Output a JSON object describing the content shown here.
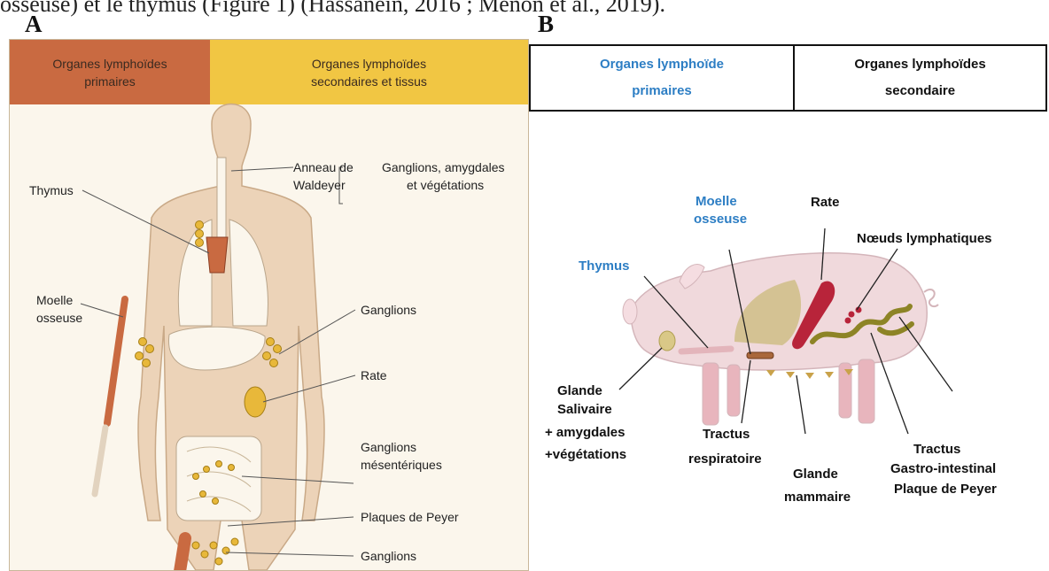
{
  "top_text": "osseuse) et le thymus (Figure 1) (Hassanein, 2016 ; Menon et al., 2019).",
  "panel_a": {
    "letter": "A",
    "header_primary": "Organes lymphoïdes\nprimaires",
    "header_secondary": "Organes lymphoïdes\nsecondaires et tissus",
    "labels": {
      "thymus": "Thymus",
      "moelle_1": "Moelle",
      "moelle_2": "osseuse",
      "anneau_1": "Anneau de",
      "anneau_2": "Waldeyer",
      "gangl_amyg_1": "Ganglions, amygdales",
      "gangl_amyg_2": "et végétations",
      "ganglions_axil": "Ganglions",
      "rate": "Rate",
      "mesent_1": "Ganglions",
      "mesent_2": "mésentériques",
      "peyer": "Plaques de Peyer",
      "ganglions_ing": "Ganglions"
    },
    "colors": {
      "primary": "#c96a41",
      "secondary": "#f1c643",
      "body": "#ecd3b8",
      "node": "#e8b83a"
    }
  },
  "panel_b": {
    "letter": "B",
    "header_primary": "Organes lymphoïde\nprimaires",
    "header_secondary": "Organes lymphoïdes\nsecondaire",
    "labels": {
      "moelle_1": "Moelle",
      "moelle_2": "osseuse",
      "rate": "Rate",
      "noeuds": "Nœuds lymphatiques",
      "thymus": "Thymus",
      "glande_sal_1": "Glande",
      "glande_sal_2": "Salivaire",
      "glande_sal_3": "+ amygdales",
      "glande_sal_4": "+végétations",
      "tractus_resp_1": "Tractus",
      "tractus_resp_2": "respiratoire",
      "glande_mam_1": "Glande",
      "glande_mam_2": "mammaire",
      "tractus_gi_1": "Tractus",
      "tractus_gi_2": "Gastro-intestinal",
      "tractus_gi_3": "Plaque de Peyer"
    },
    "colors": {
      "primary_text": "#2d7ec4",
      "pig": "#f0d9dc",
      "spleen": "#b8243a",
      "tract": "#8d8426"
    }
  }
}
